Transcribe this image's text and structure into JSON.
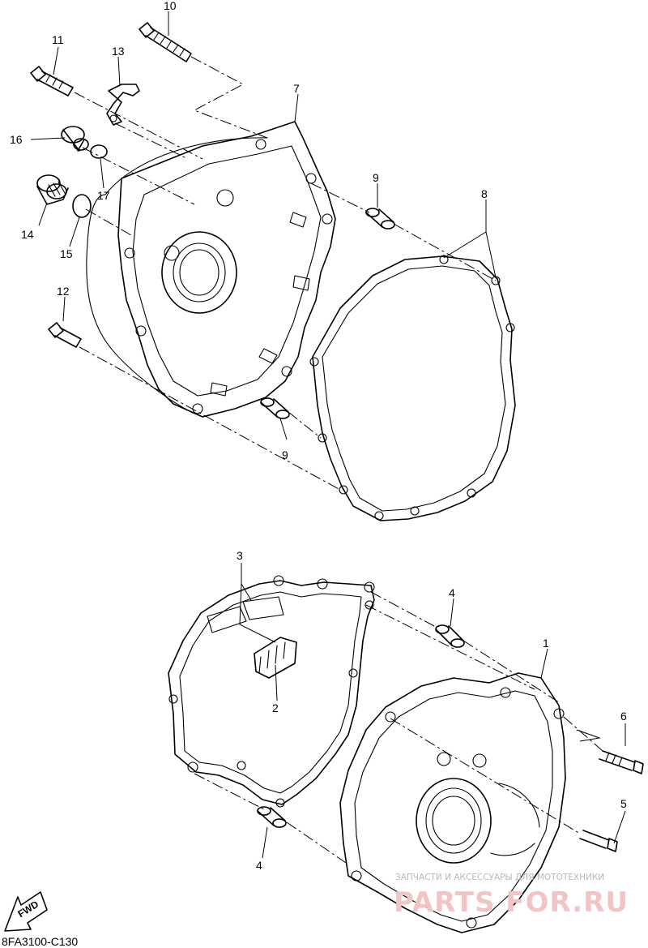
{
  "diagram": {
    "code": "8FA3100-C130",
    "fwd_label": "FWD",
    "callouts": [
      "1",
      "2",
      "3",
      "4",
      "4",
      "5",
      "6",
      "7",
      "8",
      "9",
      "9",
      "10",
      "11",
      "12",
      "13",
      "14",
      "15",
      "16",
      "17"
    ]
  },
  "watermark": {
    "subtitle": "ЗАПЧАСТИ И АКСЕССУАРЫ ДЛЯ МОТОТЕХНИКИ",
    "brand": "PARTS FOR.RU",
    "color_main": "#f2c4c4",
    "color_sub": "#b8b8b8"
  }
}
